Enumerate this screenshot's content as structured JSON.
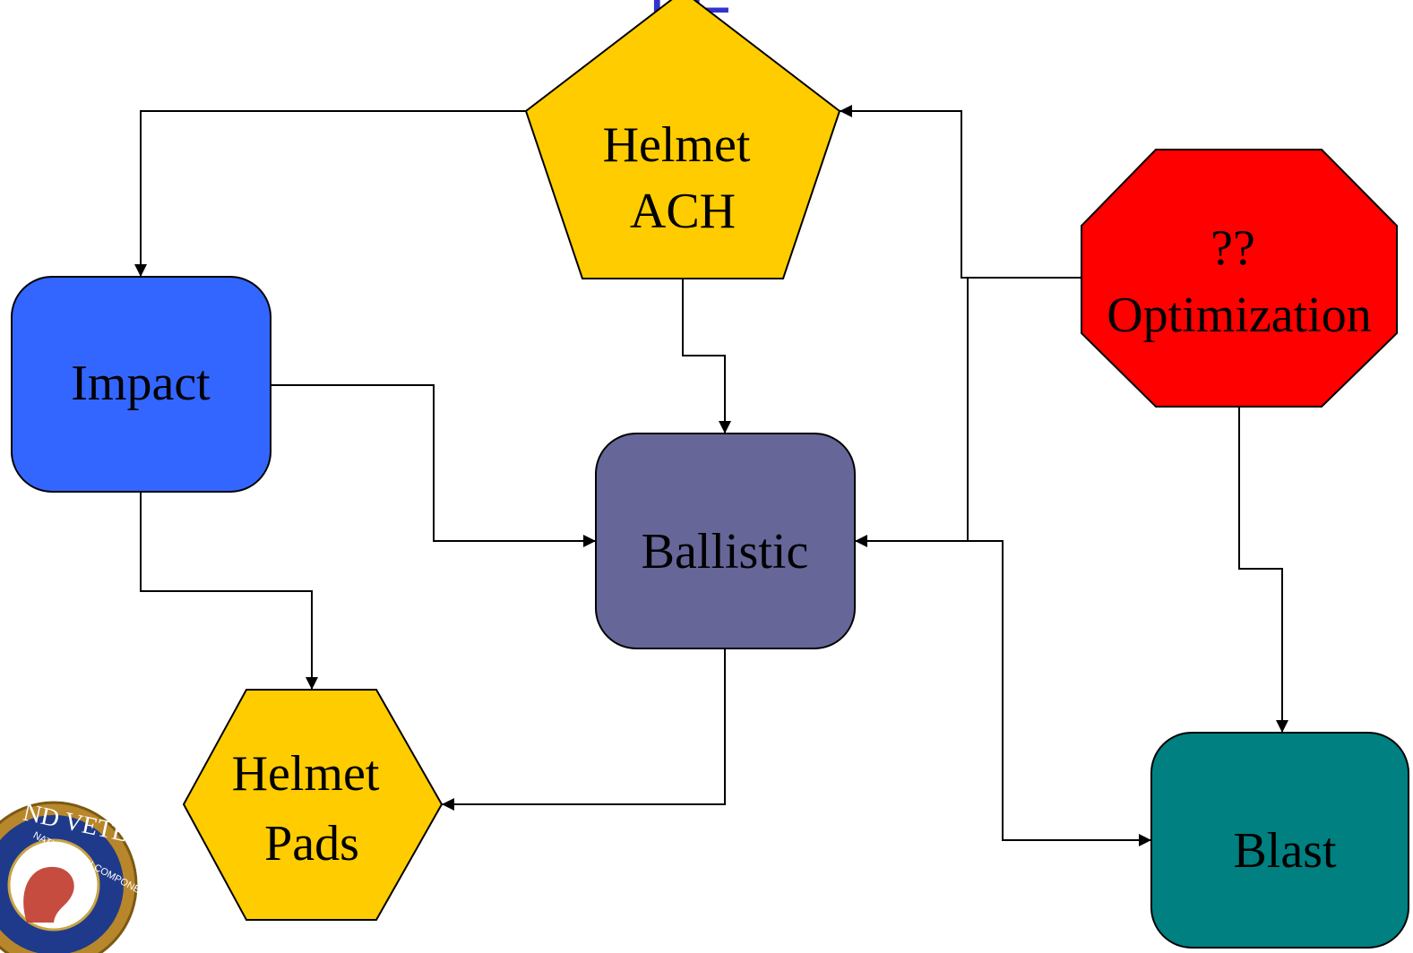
{
  "slide": {
    "title_fragment": "FE"
  },
  "colors": {
    "background": "#ffffff",
    "title": "#3333cc",
    "outline": "#000000",
    "edge": "#000000"
  },
  "nodes": {
    "helmet_ach": {
      "lines": [
        "Helmet",
        "ACH"
      ],
      "shape": "pentagon",
      "fill": "#ffcc00"
    },
    "optimization": {
      "lines": [
        "??",
        "Optimization"
      ],
      "shape": "octagon",
      "fill": "#ff0000"
    },
    "impact": {
      "lines": [
        "Impact"
      ],
      "shape": "rounded-rectangle",
      "fill": "#3366ff"
    },
    "ballistic": {
      "lines": [
        "Ballistic"
      ],
      "shape": "rounded-rectangle",
      "fill": "#666699"
    },
    "helmet_pads": {
      "lines": [
        "Helmet",
        "Pads"
      ],
      "shape": "hexagon",
      "fill": "#ffcc00"
    },
    "blast": {
      "lines": [
        "Blast"
      ],
      "shape": "rounded-rectangle",
      "fill": "#008080"
    }
  },
  "edges": [
    {
      "from": "helmet_ach",
      "to": "impact"
    },
    {
      "from": "helmet_ach",
      "to": "ballistic"
    },
    {
      "from": "optimization",
      "to": "helmet_ach"
    },
    {
      "from": "optimization",
      "to": "ballistic"
    },
    {
      "from": "optimization",
      "to": "blast"
    },
    {
      "from": "impact",
      "to": "ballistic"
    },
    {
      "from": "impact",
      "to": "helmet_pads"
    },
    {
      "from": "ballistic",
      "to": "helmet_pads"
    },
    {
      "from": "ballistic",
      "to": "blast"
    }
  ],
  "logo": {
    "name": "seal-logo",
    "text_top": "ND VETERANS",
    "text_inner": "NATIONAL TBI COMPONENT"
  }
}
